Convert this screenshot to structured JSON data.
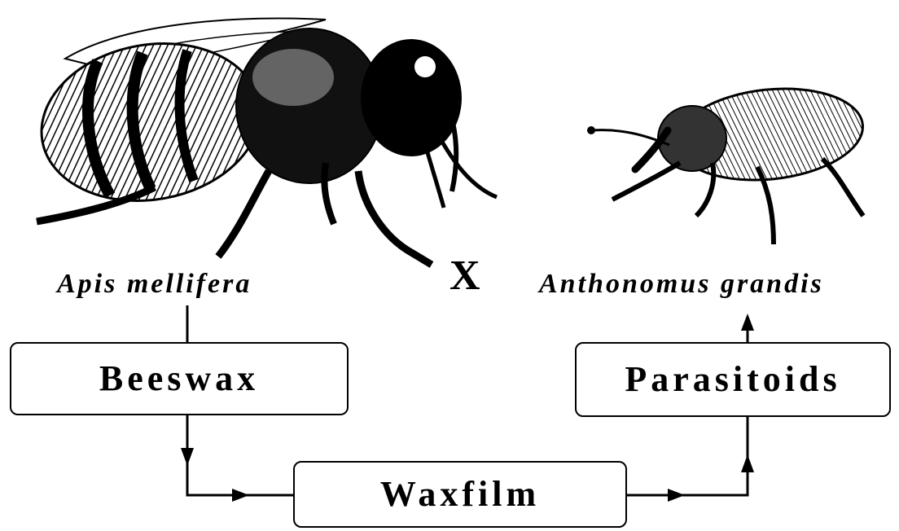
{
  "species": {
    "bee": "Apis mellifera",
    "weevil": "Anthonomus grandis"
  },
  "cross_symbol": "X",
  "boxes": {
    "beeswax": "Beeswax",
    "waxfilm": "Waxfilm",
    "parasitoids": "Parasitoids"
  },
  "colors": {
    "ink": "#000000",
    "background": "#ffffff"
  }
}
